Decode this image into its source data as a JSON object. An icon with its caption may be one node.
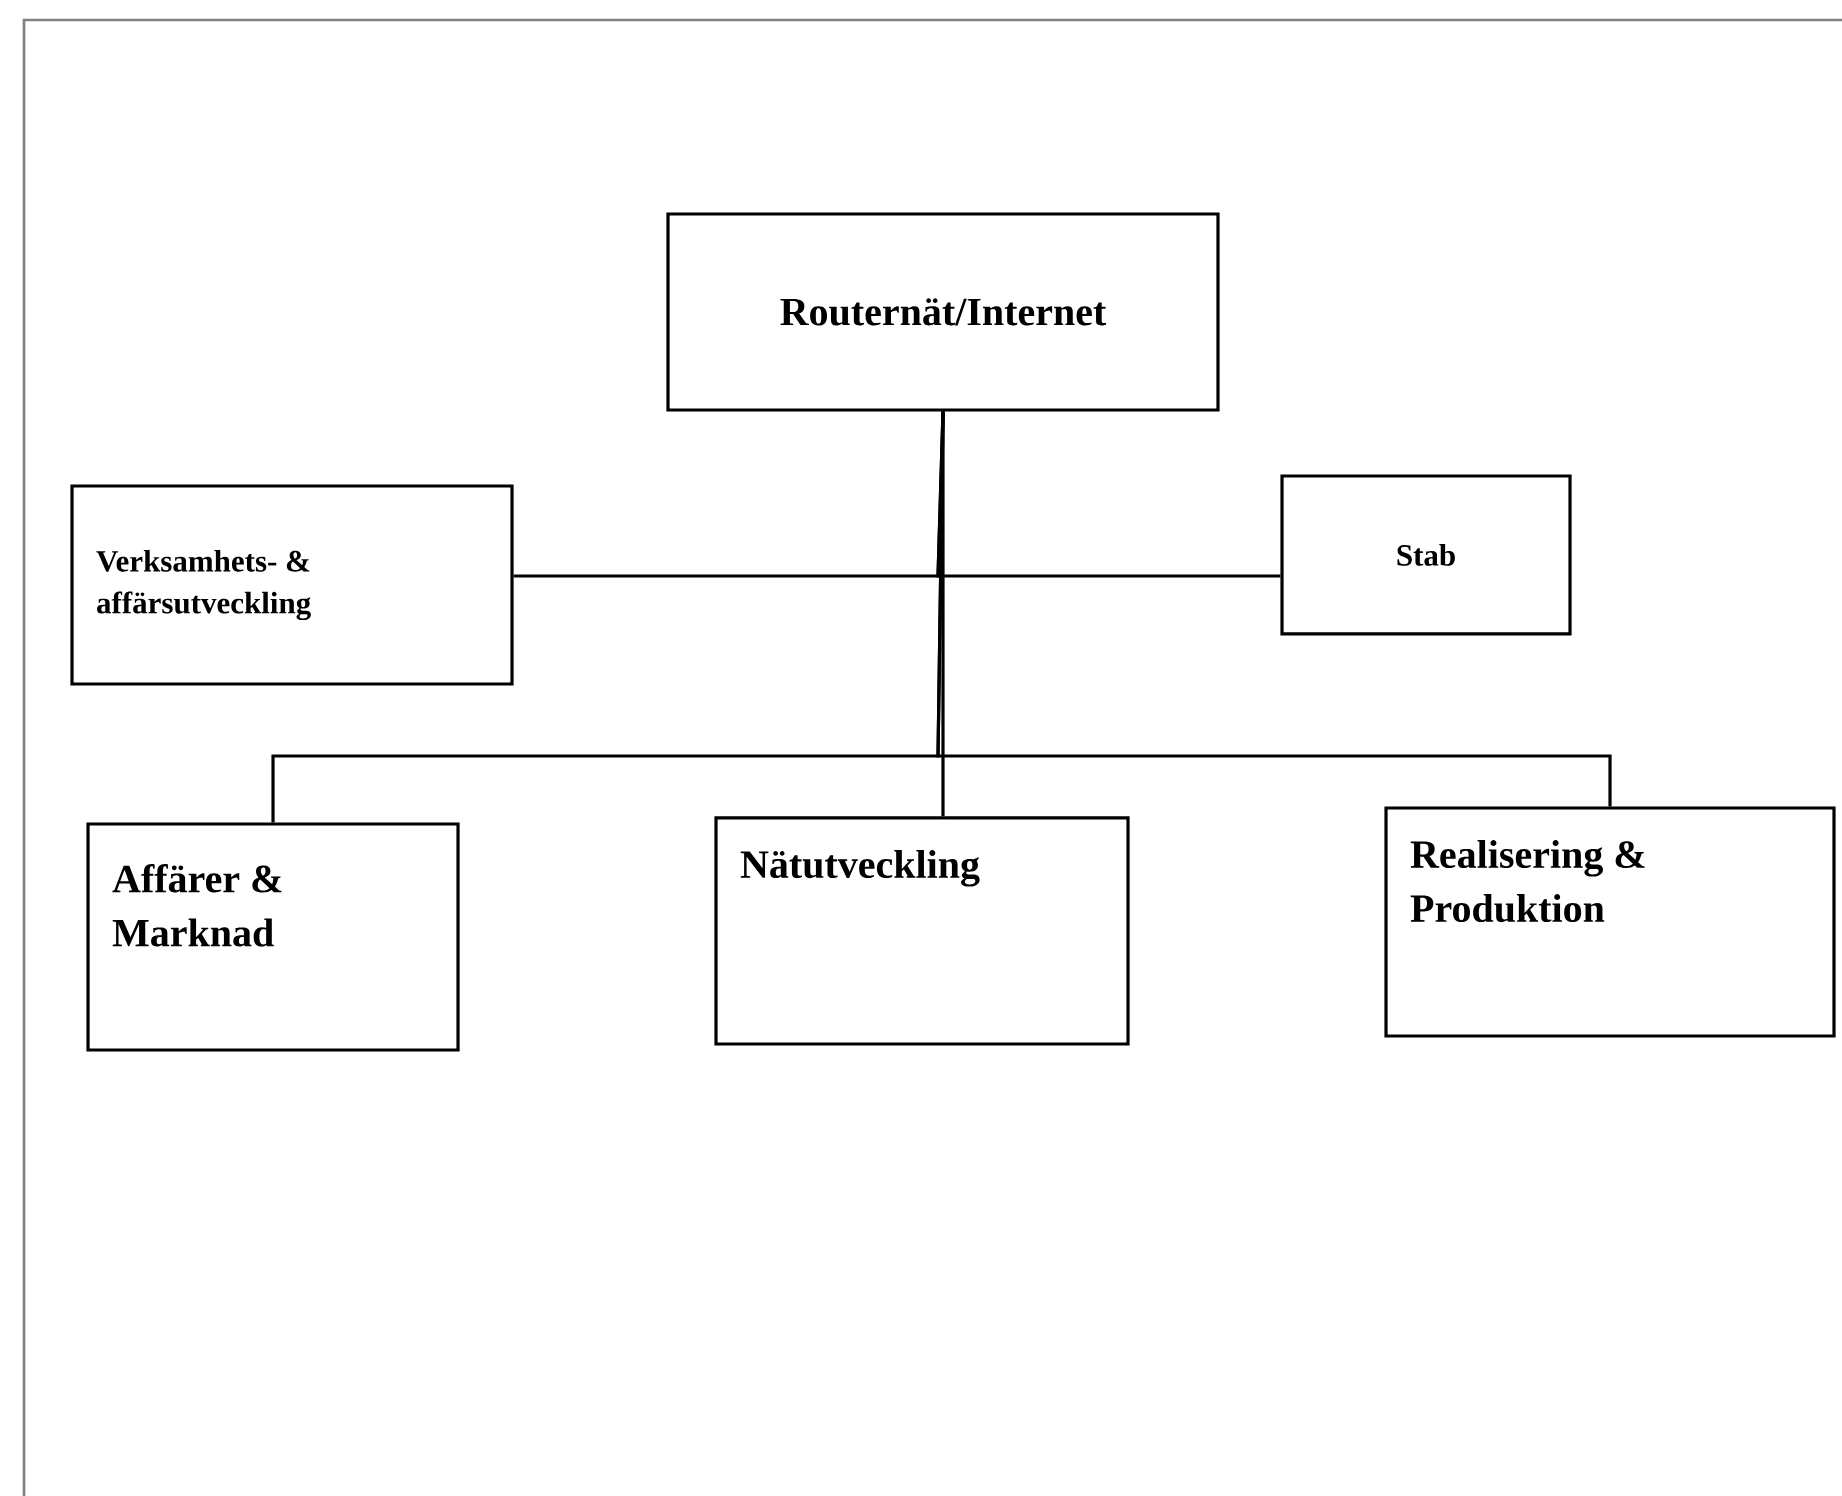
{
  "diagram": {
    "nodes": [
      {
        "text": [
          "Routernät/Internet"
        ]
      },
      {
        "text": [
          "Verksamhets- & affärsutveckling"
        ]
      },
      {
        "text": [
          "Stab"
        ]
      },
      {
        "text": [
          "Affärer & Marknad"
        ]
      },
      {
        "text": [
          "Nätutveckling"
        ]
      },
      {
        "text": [
          "Realisering & Produktion"
        ]
      }
    ],
    "edges": [
      {
        "from": 0,
        "to": 1,
        "arrow": "none"
      },
      {
        "from": 0,
        "to": 2,
        "arrow": "none"
      },
      {
        "from": 0,
        "to": 3,
        "arrow": "none"
      },
      {
        "from": 0,
        "to": 4,
        "arrow": "none"
      },
      {
        "from": 0,
        "to": 5,
        "arrow": "none"
      }
    ]
  }
}
